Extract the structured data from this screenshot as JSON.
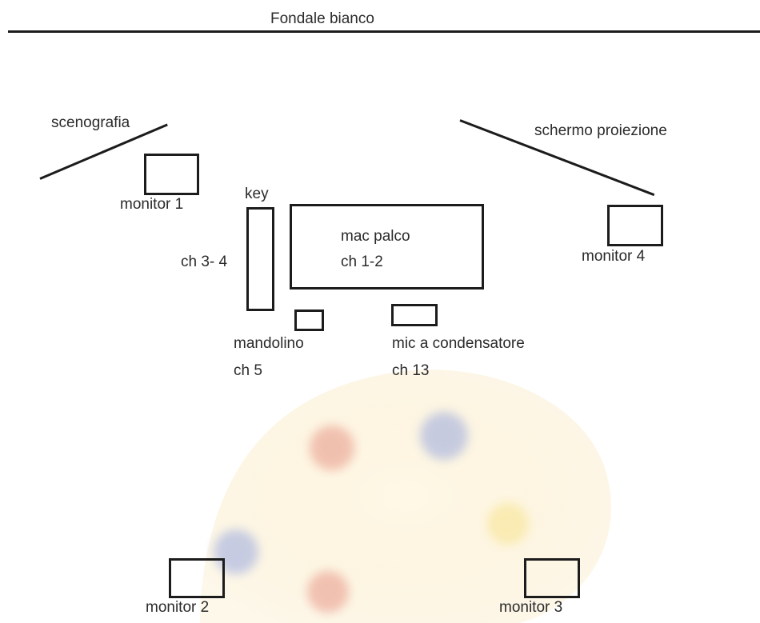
{
  "stage_plot": {
    "backdrop": "Fondale bianco",
    "scenografia": "scenografia",
    "screen": "schermo proiezione",
    "monitor_1": "monitor 1",
    "monitor_2": "monitor 2",
    "monitor_3": "monitor 3",
    "monitor_4": "monitor 4",
    "key": "key",
    "key_channels": "ch 3- 4",
    "mac_title": "mac palco",
    "mac_channels": "ch 1-2",
    "mandolino": "mandolino",
    "mandolino_channel": "ch 5",
    "mic": "mic a condensatore",
    "mic_channel": "ch 13"
  },
  "colors": {
    "line": "#1c1c1c",
    "text": "#2b2b2b",
    "watermark_palette": "#f6d68c",
    "watermark_dots": [
      "#d23a2e",
      "#3b5fd8",
      "#f2d23a",
      "#3b5fd8",
      "#d23a2e"
    ]
  },
  "watermark_icon": "palette-icon"
}
